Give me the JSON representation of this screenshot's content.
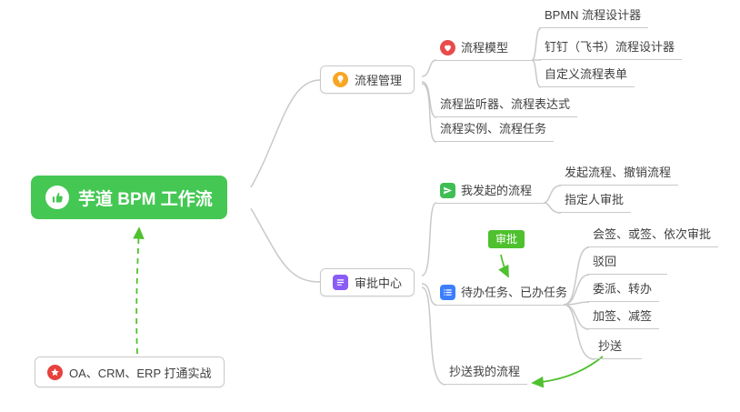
{
  "root": {
    "label": "芋道 BPM 工作流",
    "icon": "thumbs-up-icon",
    "color": "#45C754"
  },
  "floating_note": {
    "label": "OA、CRM、ERP 打通实战",
    "icon": "star-icon",
    "icon_color": "#E7413E"
  },
  "relationship_badge": {
    "label": "审批",
    "color": "#4FC12F"
  },
  "process_management": {
    "label": "流程管理",
    "icon": "lightbulb-icon",
    "icon_color": "#F6A623",
    "model": {
      "label": "流程模型",
      "icon": "heart-icon",
      "icon_color": "#E94B4B",
      "bpmn": {
        "label": "BPMN 流程设计器"
      },
      "dingtalk": {
        "label": "钉钉（飞书）流程设计器"
      },
      "custom_form": {
        "label": "自定义流程表单"
      }
    },
    "listener": {
      "label": "流程监听器、流程表达式"
    },
    "instance": {
      "label": "流程实例、流程任务"
    }
  },
  "approval_center": {
    "label": "审批中心",
    "icon": "clipboard-icon",
    "icon_color": "#8A5CF5",
    "my_initiated": {
      "label": "我发起的流程",
      "icon": "send-icon",
      "icon_color": "#3FBE54",
      "initiate_cancel": {
        "label": "发起流程、撤销流程"
      },
      "assignee": {
        "label": "指定人审批"
      }
    },
    "tasks": {
      "label": "待办任务、已办任务",
      "icon": "checklist-icon",
      "icon_color": "#3D7EFF",
      "countersign": {
        "label": "会签、或签、依次审批"
      },
      "reject": {
        "label": "驳回"
      },
      "delegate": {
        "label": "委派、转办"
      },
      "add_sign": {
        "label": "加签、减签"
      },
      "cc": {
        "label": "抄送"
      }
    },
    "cc_my_process": {
      "label": "抄送我的流程"
    }
  },
  "colors": {
    "root_green": "#45C754",
    "accent_green": "#4FC12F",
    "connector_gray": "#C9C9C9",
    "text": "#404040"
  }
}
